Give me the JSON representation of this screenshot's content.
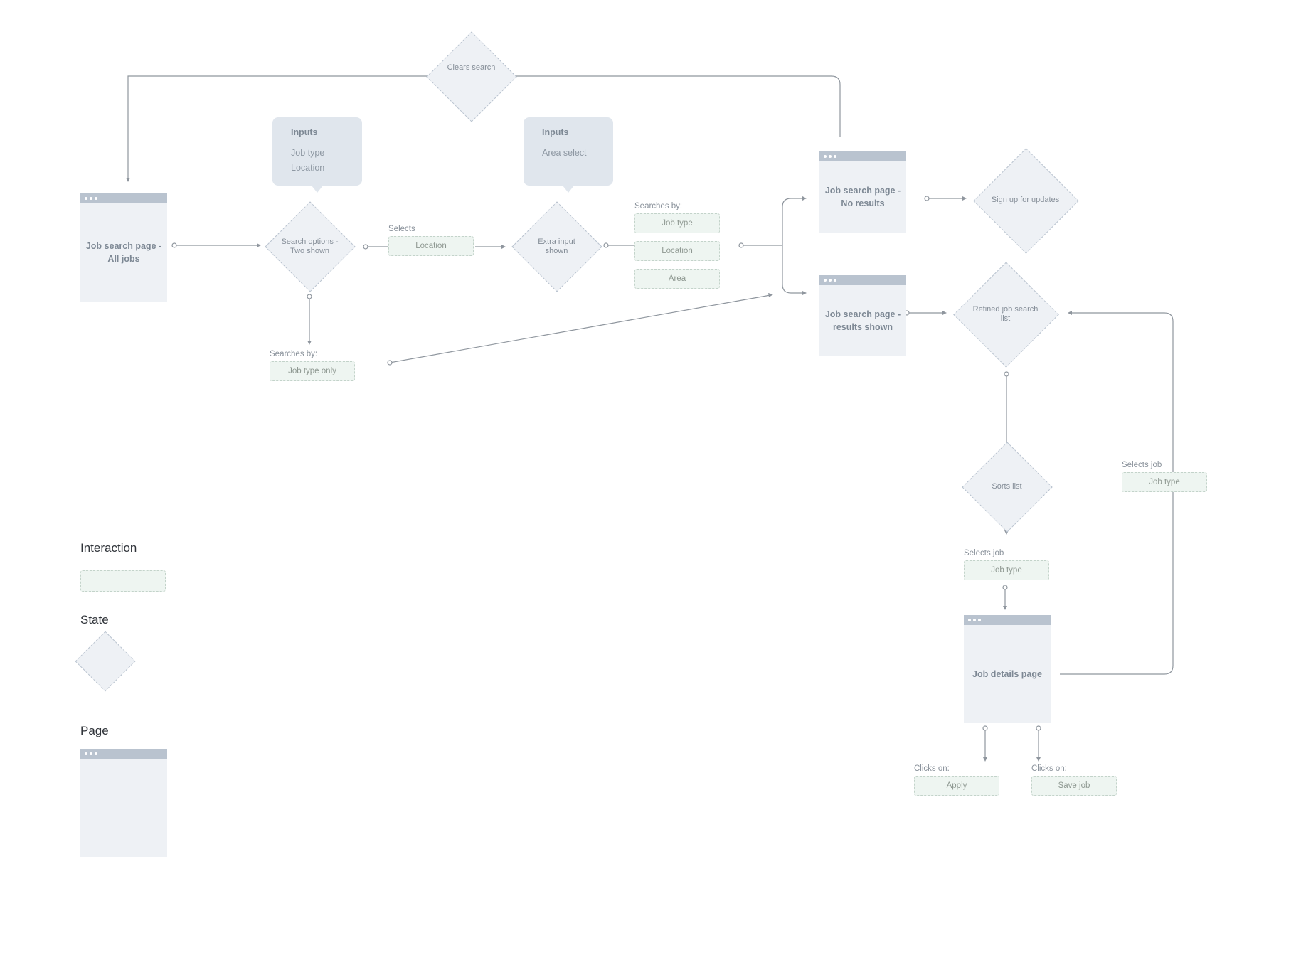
{
  "pages": {
    "all_jobs": "Job search page - All jobs",
    "no_results": "Job search page - No results",
    "results_shown": "Job search page - results shown",
    "job_details": "Job details page"
  },
  "states": {
    "clears_search": "Clears search",
    "search_options": "Search options - Two shown",
    "extra_input": "Extra input shown",
    "sign_up": "Sign up for updates",
    "refined_list": "Refined job search list",
    "sorts_list": "Sorts list"
  },
  "callouts": {
    "inputs1": {
      "title": "Inputs",
      "items": [
        "Job type",
        "Location"
      ]
    },
    "inputs2": {
      "title": "Inputs",
      "items": [
        "Area select"
      ]
    }
  },
  "labels": {
    "selects": "Selects",
    "searches_by_1": "Searches by:",
    "searches_by_2": "Searches by:",
    "selects_job_1": "Selects job",
    "selects_job_2": "Selects job",
    "clicks_on_1": "Clicks on:",
    "clicks_on_2": "Clicks on:"
  },
  "interactions": {
    "location": "Location",
    "job_type_only": "Job type only",
    "sb_job_type": "Job type",
    "sb_location": "Location",
    "sb_area": "Area",
    "side_job_type": "Job type",
    "bottom_job_type": "Job type",
    "apply": "Apply",
    "save_job": "Save job"
  },
  "legend": {
    "interaction": "Interaction",
    "state": "State",
    "page": "Page"
  },
  "colors": {
    "page_fill": "#eef1f5",
    "page_bar": "#b9c3cf",
    "interaction_fill": "#eef5f1",
    "connector": "#8f969e"
  }
}
